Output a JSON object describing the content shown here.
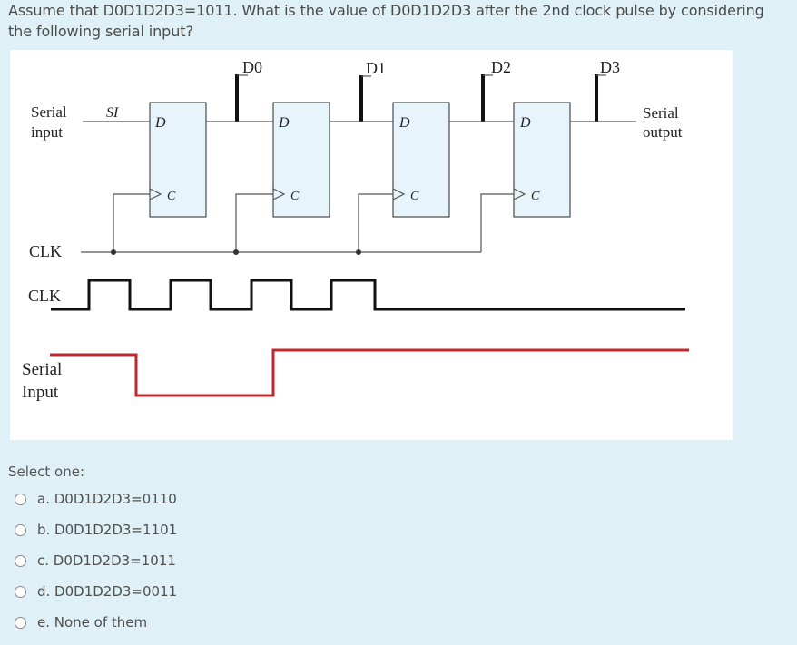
{
  "question": {
    "text": "Assume that D0D1D2D3=1011. What is the value of D0D1D2D3 after the 2nd clock pulse by considering the following serial input?"
  },
  "diagram": {
    "outputs": [
      "D0",
      "D1",
      "D2",
      "D3"
    ],
    "si_label": "SI",
    "d_label": "D",
    "c_label": "C",
    "serial_input_label_1": "Serial",
    "serial_input_label_2": "input",
    "serial_output_label_1": "Serial",
    "serial_output_label_2": "output",
    "clk_label": "CLK",
    "clk_waveform_label": "CLK",
    "serial_wave_label_1": "Serial",
    "serial_wave_label_2": "Input",
    "clock_pulse_count": 4,
    "colors": {
      "ff_fill": "#e8f4fc",
      "serial_wave": "#c0282d",
      "clk_wave": "#111111"
    }
  },
  "answers": {
    "select_label": "Select one:",
    "options": [
      "a. D0D1D2D3=0110",
      "b. D0D1D2D3=1101",
      "c. D0D1D2D3=1011",
      "d. D0D1D2D3=0011",
      "e. None of them"
    ]
  }
}
